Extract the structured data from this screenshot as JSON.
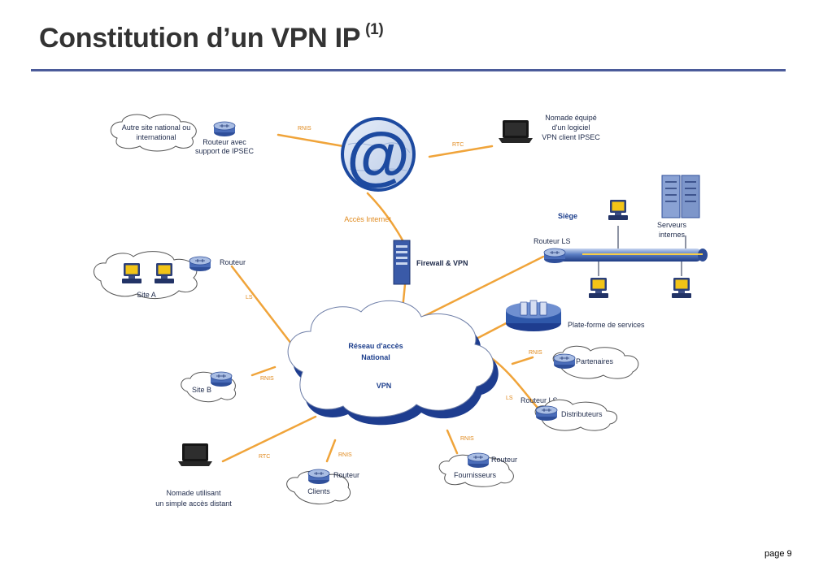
{
  "slide": {
    "title": "Constitution d’un VPN IP",
    "title_superscript": "(1)",
    "page_label": "page 9"
  },
  "diagram": {
    "internet_symbol": "@",
    "labels": {
      "autre_site": [
        "Autre site national ou",
        "international"
      ],
      "routeur_ipsec": [
        "Routeur avec",
        "support de IPSEC"
      ],
      "nomade_ipsec": [
        "Nomade équipé",
        "d'un logiciel",
        "VPN client IPSEC"
      ],
      "acces_internet": "Accès Internet",
      "firewall": "Firewall & VPN",
      "siege": "Siège",
      "routeur_ls_siege": "Routeur LS",
      "serveurs": [
        "Serveurs",
        "internes"
      ],
      "site_a": "Site A",
      "routeur_site_a": "Routeur",
      "reseau": [
        "Réseau d'accès",
        "National"
      ],
      "vpn": "VPN",
      "plateforme": "Plate-forme de services",
      "partenaires": "Partenaires",
      "routeur_ls_dist": "Routeur LS",
      "distributeurs": "Distributeurs",
      "site_b": "Site B",
      "clients": "Clients",
      "routeur_clients": "Routeur",
      "fournisseurs": "Fournisseurs",
      "routeur_fournisseurs": "Routeur",
      "nomade_distant": [
        "Nomade utilisant",
        "un simple accès distant"
      ]
    },
    "link_labels": {
      "rnis": "RNIS",
      "rtc": "RTC",
      "ls": "LS"
    }
  }
}
